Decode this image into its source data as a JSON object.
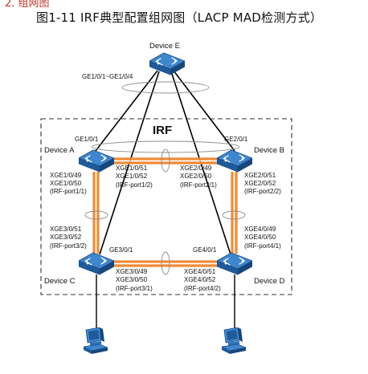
{
  "header": {
    "cut_heading": "2. 组网图",
    "figure_title": "图1-11 IRF典型配置组网图（LACP MAD检测方式）"
  },
  "colors": {
    "device_blue": "#2b6fb6",
    "device_dark": "#1f5590",
    "irf_link_orange": "#f08a36",
    "border_dash": "#333333"
  },
  "diagram": {
    "irf_label": "IRF",
    "devices": {
      "e": "Device E",
      "a": "Device A",
      "b": "Device B",
      "c": "Device C",
      "d": "Device D"
    },
    "labels": {
      "e_ports": "GE1/0/1~GE1/0/4",
      "a_ge": "GE1/0/1",
      "b_ge": "GE2/0/1",
      "c_ge": "GE3/0/1",
      "d_ge": "GE4/0/1",
      "a_left_1": "XGE1/0/49",
      "a_left_2": "XGE1/0/50",
      "a_left_3": "(IRF-port1/1)",
      "a_right_1": "XGE1/0/51",
      "a_right_2": "XGE1/0/52",
      "a_right_3": "(IRF-port1/2)",
      "b_left_1": "XGE2/0/49",
      "b_left_2": "XGE2/0/50",
      "b_left_3": "(IRF-port2/1)",
      "b_right_1": "XGE2/0/51",
      "b_right_2": "XGE2/0/52",
      "b_right_3": "(IRF-port2/2)",
      "c_left_1": "XGE3/0/51",
      "c_left_2": "XGE3/0/52",
      "c_left_3": "(IRF-port3/2)",
      "c_bottom_1": "XGE3/0/49",
      "c_bottom_2": "XGE3/0/50",
      "c_bottom_3": "(IRF-port3/1)",
      "d_bottom_1": "XGE4/0/51",
      "d_bottom_2": "XGE4/0/52",
      "d_bottom_3": "(IRF-port4/2)",
      "d_right_1": "XGE4/0/49",
      "d_right_2": "XGE4/0/50",
      "d_right_3": "(IRF-port4/1)"
    }
  }
}
